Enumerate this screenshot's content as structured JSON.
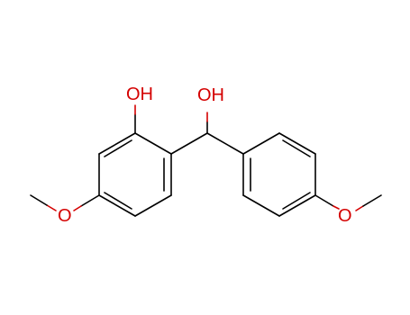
{
  "labels": {
    "phenol_oh": "OH",
    "alcohol_oh": "OH",
    "methoxy_left_o": "O",
    "methoxy_right_o": "O"
  },
  "colors": {
    "bond": "#000000",
    "heteroatom": "#d40000",
    "background": "#ffffff"
  }
}
